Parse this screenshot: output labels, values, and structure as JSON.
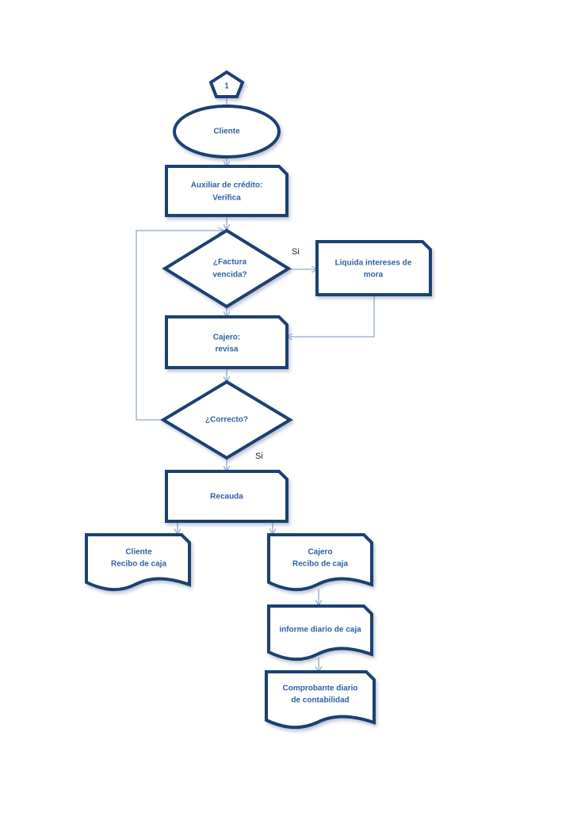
{
  "diagram": {
    "connector_ref": "1",
    "start": "Cliente",
    "verify": [
      "Auxiliar de crédito:",
      "Verifica"
    ],
    "decision_overdue": [
      "¿Factura",
      "vencida?"
    ],
    "interest": [
      "Liquida intereses de",
      "mora"
    ],
    "cashier_review": [
      "Cajero:",
      "revisa"
    ],
    "decision_correct": "¿Correcto?",
    "collect": "Recauda",
    "doc_client": [
      "Cliente",
      "Recibo de caja"
    ],
    "doc_cashier": [
      "Cajero",
      "Recibo de caja"
    ],
    "doc_report": "informe diario de caja",
    "doc_voucher": [
      "Comprobante diario",
      "de contabilidad"
    ],
    "yes_overdue": "Si",
    "yes_correct": "Si"
  },
  "colors": {
    "border": "#1f3f72",
    "text": "#2e5fa7",
    "connector": "#8fa7cf"
  }
}
